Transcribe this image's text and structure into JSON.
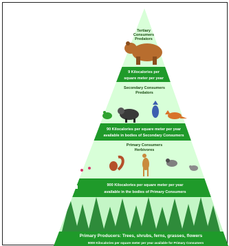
{
  "pyramid": {
    "tertiary": {
      "title": "Tertiary",
      "line2": "Consumers",
      "line3": "Predators",
      "energy_line1": "9 Kilocalories per",
      "energy_line2": "square meter per year"
    },
    "secondary": {
      "title": "Secondary Consumers",
      "line2": "Predators",
      "energy_line1": "90 Kilocalories per square meter per year",
      "energy_line2": "available in bodies of Secondary Consumers"
    },
    "primary_consumers": {
      "title": "Primary Consumers",
      "line2": "Herbivores",
      "energy_line1": "900 Kilocalories per square meter per year",
      "energy_line2": "available in the bodies of Primary Consumers"
    },
    "producers": {
      "title": "Primary Producers: Trees, shrubs, ferns, grasses, flowers",
      "energy": "9000 Kilocalories per square meter per year available for Primary Consumers"
    }
  },
  "colors": {
    "band_dark": "#1f9a2a",
    "band_light": "#cfffd0",
    "producer_bg": "#bff7c2",
    "tree": "#2e8b3a"
  }
}
